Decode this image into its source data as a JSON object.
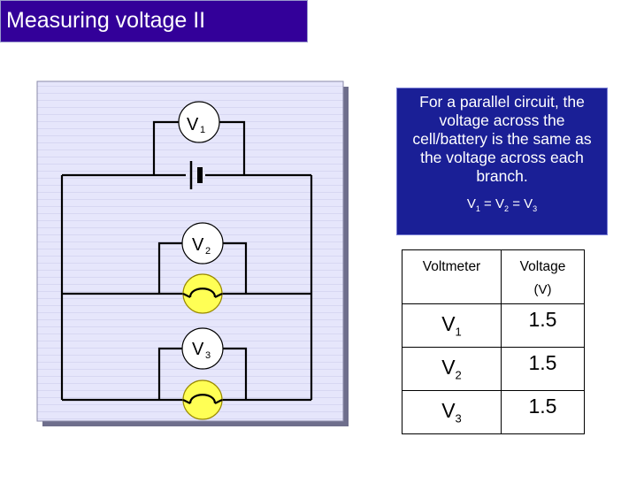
{
  "slide": {
    "title": "Measuring voltage II"
  },
  "diagram": {
    "voltmeters": [
      {
        "letter": "V",
        "index": "1"
      },
      {
        "letter": "V",
        "index": "2"
      },
      {
        "letter": "V",
        "index": "3"
      }
    ],
    "colors": {
      "panel_fill": "#e6e6fb",
      "panel_border": "#8a8aa8",
      "wire": "#000000",
      "bulb_fill": "#ffff55",
      "bulb_stroke": "#9a8a00"
    },
    "components": [
      "cell",
      "lamp",
      "lamp"
    ]
  },
  "info": {
    "text": "For a parallel circuit, the voltage across the cell/battery is the same as the voltage across each branch.",
    "equation": {
      "v": "V",
      "eq": "=",
      "i1": "1",
      "i2": "2",
      "i3": "3"
    }
  },
  "table": {
    "headers": {
      "voltmeter": "Voltmeter",
      "voltage": "Voltage",
      "unit": "(V)"
    },
    "rows": [
      {
        "letter": "V",
        "index": "1",
        "voltage": "1.5"
      },
      {
        "letter": "V",
        "index": "2",
        "voltage": "1.5"
      },
      {
        "letter": "V",
        "index": "3",
        "voltage": "1.5"
      }
    ]
  }
}
